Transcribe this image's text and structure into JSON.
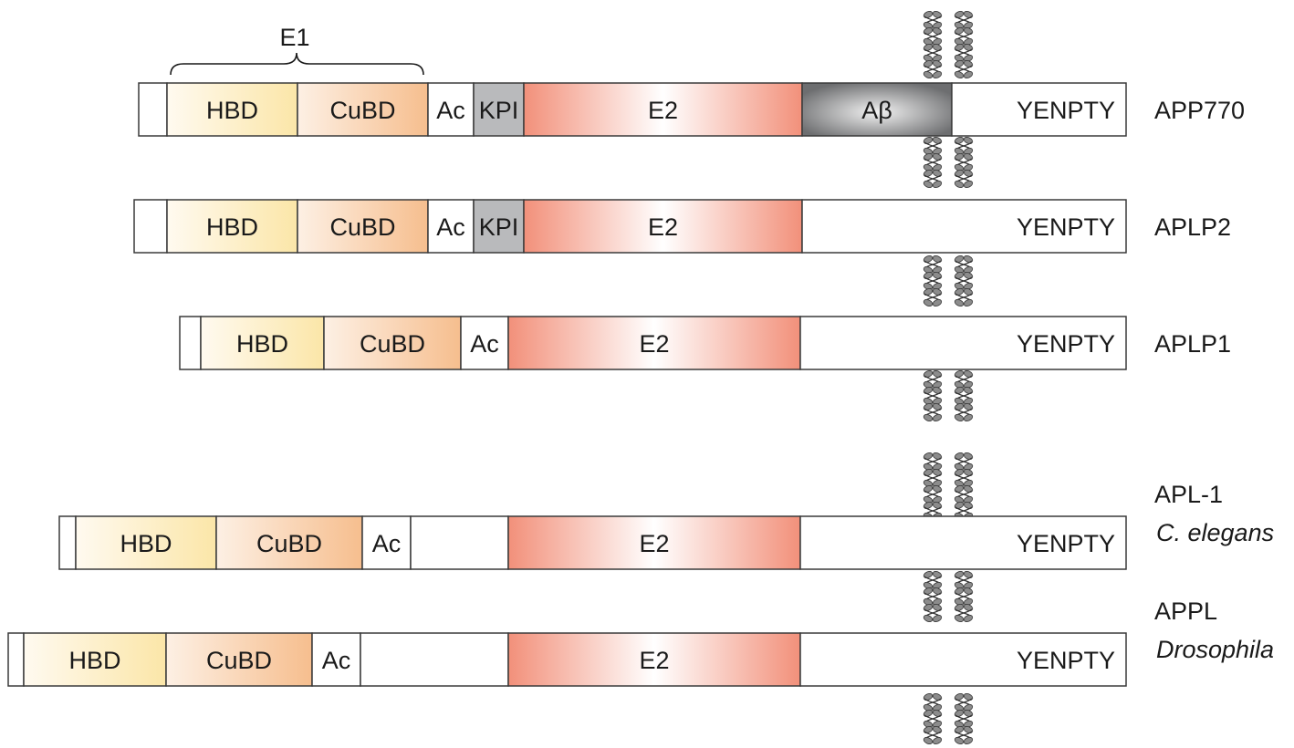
{
  "e1_label": "E1",
  "proteins": [
    {
      "name": "APP770",
      "species": "",
      "segments": [
        {
          "label": "",
          "fill": "white"
        },
        {
          "label": "HBD",
          "fill": "hbd"
        },
        {
          "label": "CuBD",
          "fill": "cubd"
        },
        {
          "label": "Ac",
          "fill": "white"
        },
        {
          "label": "KPI",
          "fill": "kpi"
        },
        {
          "label": "E2",
          "fill": "e2"
        },
        {
          "label": "Aβ",
          "fill": "abeta"
        },
        {
          "label": "YENPTY",
          "fill": "white"
        }
      ]
    },
    {
      "name": "APLP2",
      "species": "",
      "segments": [
        {
          "label": "",
          "fill": "white"
        },
        {
          "label": "HBD",
          "fill": "hbd"
        },
        {
          "label": "CuBD",
          "fill": "cubd"
        },
        {
          "label": "Ac",
          "fill": "white"
        },
        {
          "label": "KPI",
          "fill": "kpi"
        },
        {
          "label": "E2",
          "fill": "e2"
        },
        {
          "label": "YENPTY",
          "fill": "white"
        }
      ]
    },
    {
      "name": "APLP1",
      "species": "",
      "segments": [
        {
          "label": "",
          "fill": "white"
        },
        {
          "label": "HBD",
          "fill": "hbd"
        },
        {
          "label": "CuBD",
          "fill": "cubd"
        },
        {
          "label": "Ac",
          "fill": "white"
        },
        {
          "label": "E2",
          "fill": "e2"
        },
        {
          "label": "YENPTY",
          "fill": "white"
        }
      ]
    },
    {
      "name": "APL-1",
      "species": "C. elegans",
      "segments": [
        {
          "label": "",
          "fill": "white"
        },
        {
          "label": "HBD",
          "fill": "hbd"
        },
        {
          "label": "CuBD",
          "fill": "cubd"
        },
        {
          "label": "Ac",
          "fill": "white"
        },
        {
          "label": "",
          "fill": "white"
        },
        {
          "label": "E2",
          "fill": "e2"
        },
        {
          "label": "YENPTY",
          "fill": "white"
        }
      ]
    },
    {
      "name": "APPL",
      "species": "Drosophila",
      "segments": [
        {
          "label": "",
          "fill": "white"
        },
        {
          "label": "HBD",
          "fill": "hbd"
        },
        {
          "label": "CuBD",
          "fill": "cubd"
        },
        {
          "label": "Ac",
          "fill": "white"
        },
        {
          "label": "",
          "fill": "white"
        },
        {
          "label": "E2",
          "fill": "e2"
        },
        {
          "label": "YENPTY",
          "fill": "white"
        }
      ]
    }
  ],
  "colors": {
    "hbd_light": "#fffaf0",
    "hbd_dark": "#fbe6a8",
    "cubd_light": "#fdf0e4",
    "cubd_dark": "#f6be8e",
    "e2_edge": "#f2907a",
    "e2_center": "#ffffff",
    "kpi": "#b9babc",
    "abeta_edge": "#6d6e70",
    "abeta_center": "#f2f2f2",
    "outline": "#3a3a3a",
    "membrane_fill": "#8c8c8c"
  }
}
